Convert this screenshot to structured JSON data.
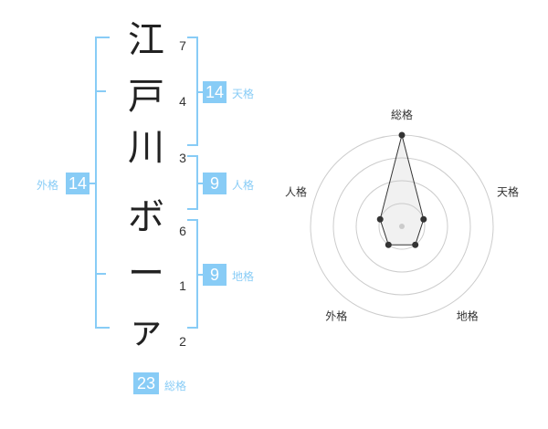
{
  "name": {
    "chars": [
      {
        "char": "江",
        "strokes": "7"
      },
      {
        "char": "戸",
        "strokes": "4"
      },
      {
        "char": "川",
        "strokes": "3"
      },
      {
        "char": "ボ",
        "strokes": "6"
      },
      {
        "char": "ー",
        "strokes": "1"
      },
      {
        "char": "ァ",
        "strokes": "2"
      }
    ]
  },
  "fortune": {
    "tenkaku": {
      "value": "14",
      "label": "天格"
    },
    "jinkaku": {
      "value": "9",
      "label": "人格"
    },
    "chikaku": {
      "value": "9",
      "label": "地格"
    },
    "gaikaku": {
      "value": "14",
      "label": "外格"
    },
    "soukaku": {
      "value": "23",
      "label": "総格"
    }
  },
  "radar": {
    "axes": [
      "総格",
      "天格",
      "地格",
      "外格",
      "人格"
    ],
    "levels": 4,
    "max": 4,
    "values": [
      4,
      1,
      1,
      1,
      1
    ],
    "accent": "#88ccf6"
  }
}
